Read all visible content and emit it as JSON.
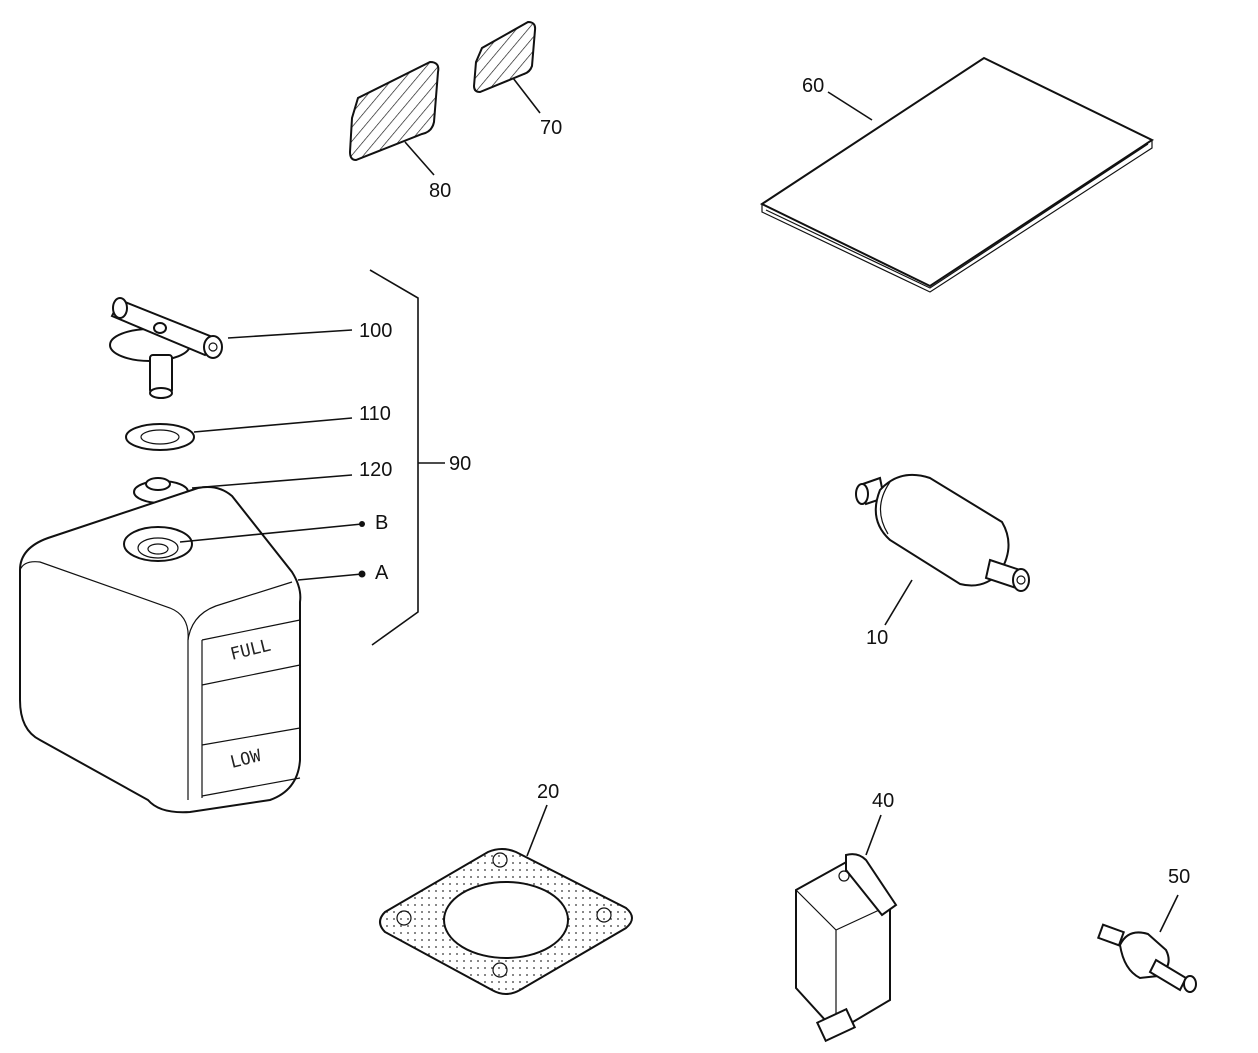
{
  "diagram": {
    "callouts": [
      {
        "id": "80",
        "text": "80"
      },
      {
        "id": "70",
        "text": "70"
      },
      {
        "id": "60",
        "text": "60"
      },
      {
        "id": "100",
        "text": "100"
      },
      {
        "id": "110",
        "text": "110"
      },
      {
        "id": "120",
        "text": "120"
      },
      {
        "id": "90",
        "text": "90"
      },
      {
        "id": "B",
        "text": "B"
      },
      {
        "id": "A",
        "text": "A"
      },
      {
        "id": "10",
        "text": "10"
      },
      {
        "id": "20",
        "text": "20"
      },
      {
        "id": "40",
        "text": "40"
      },
      {
        "id": "50",
        "text": "50"
      }
    ],
    "tank_markings": {
      "full": "FULL",
      "low": "LOW"
    }
  }
}
